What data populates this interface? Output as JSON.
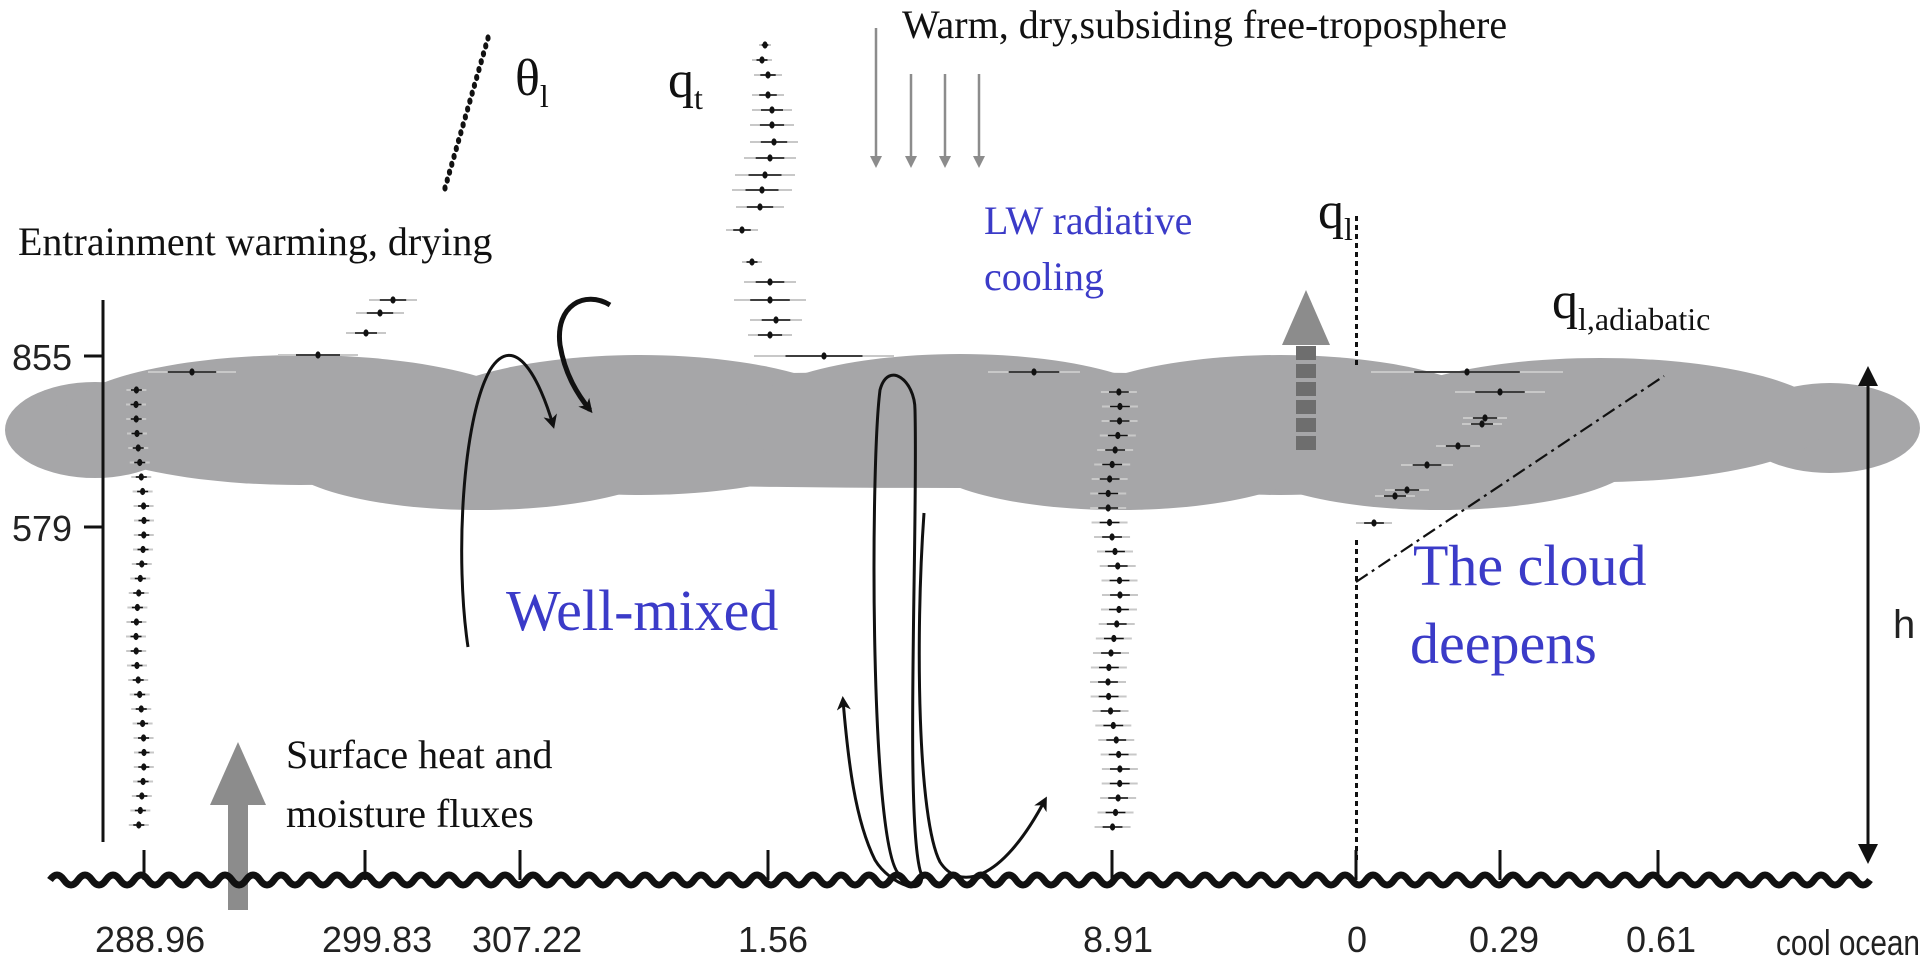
{
  "annotations": {
    "top_text": "Warm, dry,subsiding free-troposphere",
    "entrainment": "Entrainment warming, drying",
    "lw_line1": "LW radiative",
    "lw_line2": "cooling",
    "well_mixed": "Well-mixed",
    "cloud_line1": "The cloud",
    "cloud_line2": "deepens",
    "surface_line1": "Surface heat and",
    "surface_line2": "moisture fluxes",
    "h_label": "h",
    "ocean_label": "cool ocean"
  },
  "variables": {
    "theta_l": {
      "base": "θ",
      "sub": "l"
    },
    "q_t": {
      "base": "q",
      "sub": "t"
    },
    "q_l": {
      "base": "q",
      "sub": "l"
    },
    "q_l_adiabatic": {
      "base": "q",
      "sub": "l,adiabatic"
    }
  },
  "y_ticks": [
    "855",
    "579"
  ],
  "x_ticks": {
    "theta_l": [
      "288.96",
      "299.83",
      "307.22"
    ],
    "q_t": [
      "1.56",
      "8.91"
    ],
    "q_l": [
      "0",
      "0.29",
      "0.61"
    ]
  },
  "colors": {
    "cloud": "#a6a6a8",
    "annotation_blue": "#3b3bc8",
    "arrow_gray": "#8c8c8c",
    "ink": "#111111"
  }
}
